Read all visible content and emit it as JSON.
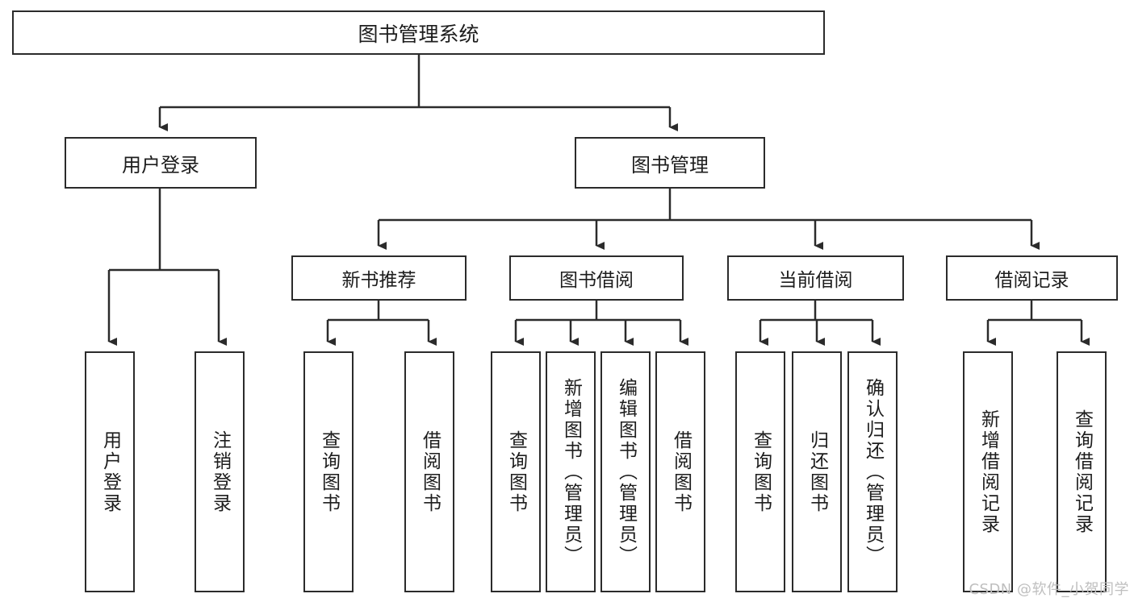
{
  "diagram": {
    "type": "tree-hierarchy",
    "title": "图书管理系统",
    "watermark": "CSDN @软件_小贺同学",
    "colors": {
      "stroke": "#2b2b2b",
      "fill": "#ffffff",
      "text": "#1d1d1d",
      "watermark": "#bfbfbf"
    },
    "root": {
      "label": "图书管理系统"
    },
    "level2": [
      {
        "label": "用户登录"
      },
      {
        "label": "图书管理"
      }
    ],
    "level3": [
      {
        "label": "新书推荐"
      },
      {
        "label": "图书借阅"
      },
      {
        "label": "当前借阅"
      },
      {
        "label": "借阅记录"
      }
    ],
    "leaves": {
      "user_login": [
        {
          "label": "用户登录"
        },
        {
          "label": "注销登录"
        }
      ],
      "new_book_recommend": [
        {
          "label": "查询图书"
        },
        {
          "label": "借阅图书"
        }
      ],
      "book_borrow": [
        {
          "label": "查询图书"
        },
        {
          "label": "新增图书（管理员）"
        },
        {
          "label": "编辑图书（管理员）"
        },
        {
          "label": "借阅图书"
        }
      ],
      "current_borrow": [
        {
          "label": "查询图书"
        },
        {
          "label": "归还图书"
        },
        {
          "label": "确认归还（管理员）"
        }
      ],
      "borrow_record": [
        {
          "label": "新增借阅记录"
        },
        {
          "label": "查询借阅记录"
        }
      ]
    }
  }
}
